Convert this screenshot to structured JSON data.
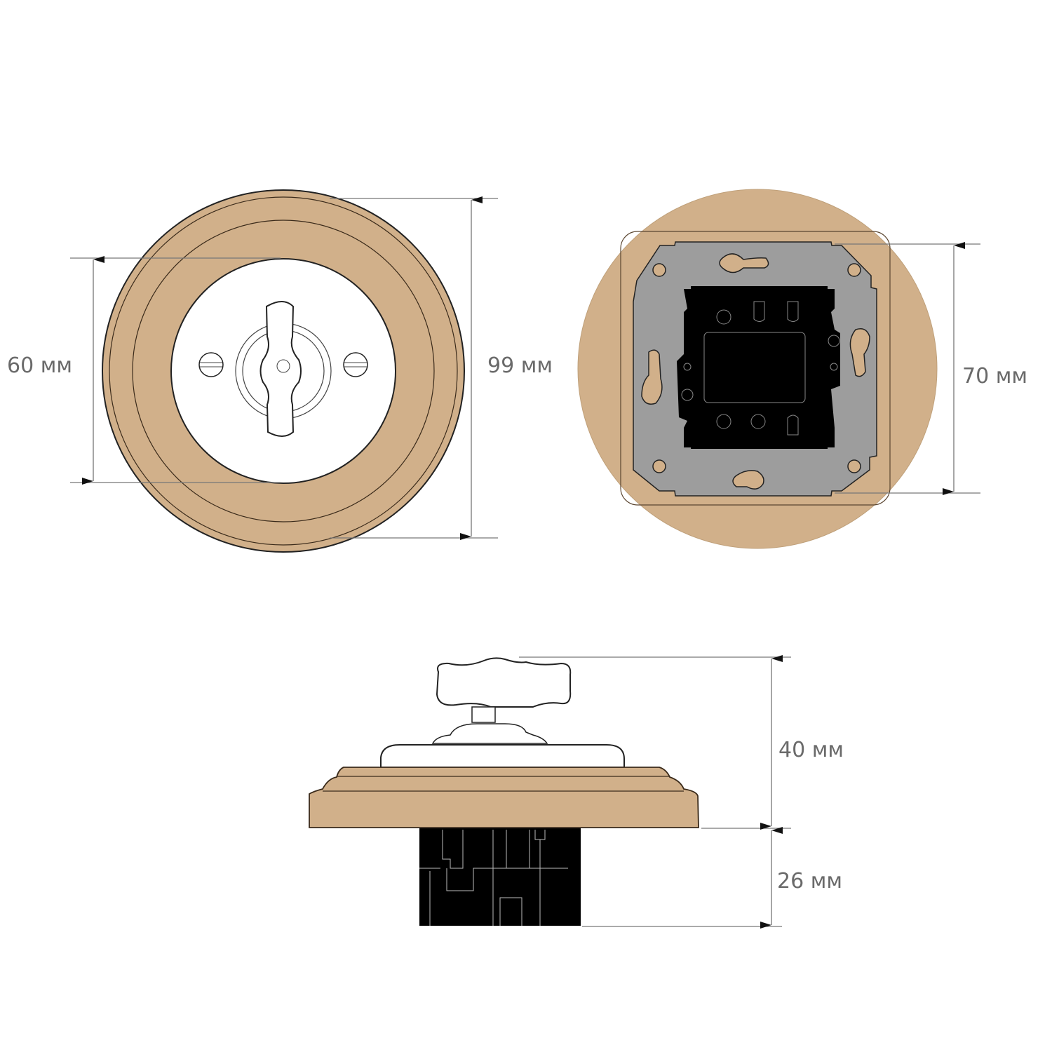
{
  "colors": {
    "wood": "#d1b08a",
    "plate": "#9d9d9d",
    "module": "#000000",
    "dimension": "#777777",
    "label": "#6a6a6a"
  },
  "front_view": {
    "inner_diameter_label": "60 мм",
    "outer_diameter_label": "99 мм"
  },
  "back_view": {
    "mounting_height_label": "70 мм"
  },
  "side_view": {
    "height_above_label": "40 мм",
    "depth_below_label": "26 мм"
  }
}
